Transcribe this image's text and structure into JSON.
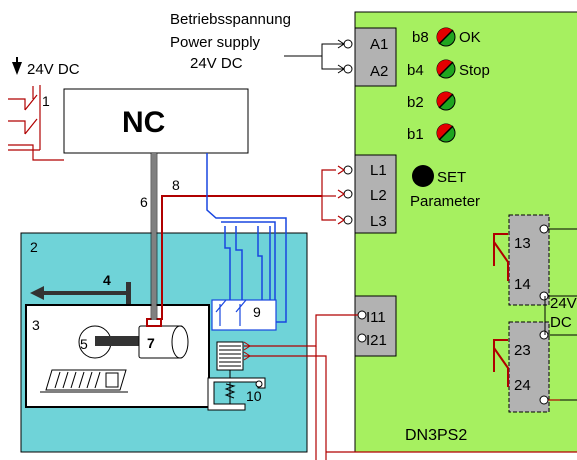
{
  "colors": {
    "device_green": "#a6f060",
    "machine_cyan": "#6fd3d8",
    "terminal_gray": "#b2b2b2",
    "wire_red": "#b00000",
    "wire_blue": "#1846e0",
    "led_red": "#e40000",
    "led_green": "#1fa51f"
  },
  "top_labels": {
    "line1": "Betriebsspannung",
    "line2": "Power supply",
    "line3": "24V DC"
  },
  "left_supply": "24V DC",
  "nc_label": "NC",
  "terminals": {
    "a1": "A1",
    "a2": "A2",
    "l1": "L1",
    "l2": "L2",
    "l3": "L3",
    "i11": "I11",
    "i21": "I21",
    "t13": "13",
    "t14": "14",
    "t23": "23",
    "t24": "24"
  },
  "leds": [
    {
      "id": "b8",
      "label": "OK",
      "icon": "led-red-green-icon"
    },
    {
      "id": "b4",
      "label": "Stop",
      "icon": "led-red-green-icon"
    },
    {
      "id": "b2",
      "label": "",
      "icon": "led-red-green-icon"
    },
    {
      "id": "b1",
      "label": "",
      "icon": "led-red-green-icon"
    }
  ],
  "set_button": {
    "line1": "SET",
    "line2": "Parameter",
    "icon": "set-button-icon"
  },
  "right_supply": {
    "line1": "24V",
    "line2": "DC"
  },
  "device_name": "DN3PS2",
  "numbers": {
    "n1": "1",
    "n2": "2",
    "n3": "3",
    "n4": "4",
    "n5": "5",
    "n6": "6",
    "n7": "7",
    "n8": "8",
    "n9": "9",
    "n10": "10"
  }
}
